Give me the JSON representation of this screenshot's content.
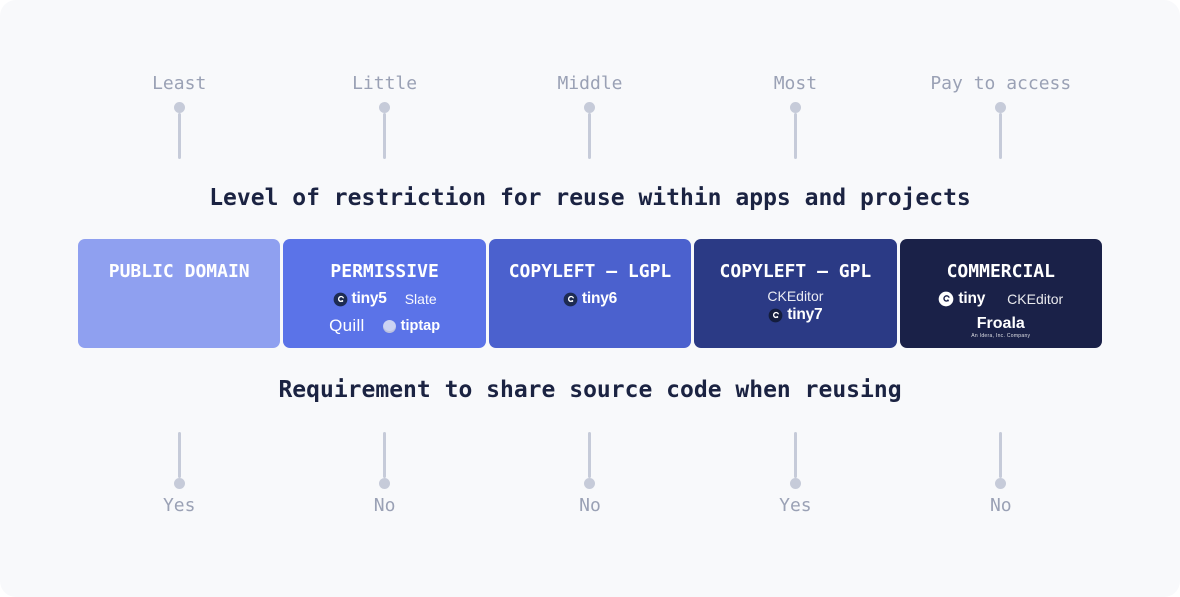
{
  "top_scale": {
    "items": [
      {
        "label": "Least"
      },
      {
        "label": "Little"
      },
      {
        "label": "Middle"
      },
      {
        "label": "Most"
      },
      {
        "label": "Pay to access"
      }
    ]
  },
  "headings": {
    "restriction": "Level of restriction for reuse within apps and projects",
    "share_source": "Requirement to share source code when reusing"
  },
  "cards": [
    {
      "title": "PUBLIC DOMAIN",
      "color": "#8fa0f0"
    },
    {
      "title": "PERMISSIVE",
      "color": "#5b73e8",
      "logos": {
        "tiny": "tiny5",
        "slate": "Slate",
        "quill": "Quill",
        "tiptap": "tiptap"
      }
    },
    {
      "title": "COPYLEFT — LGPL",
      "color": "#4b61ce",
      "logos": {
        "tiny": "tiny6"
      }
    },
    {
      "title": "COPYLEFT — GPL",
      "color": "#2b3a85",
      "logos": {
        "ckeditor": "CKEditor",
        "tiny": "tiny7"
      }
    },
    {
      "title": "COMMERCIAL",
      "color": "#1a2148",
      "logos": {
        "tiny": "tiny",
        "ckeditor": "CKEditor",
        "froala": "Froala",
        "froala_tagline": "An Idera, Inc. Company"
      }
    }
  ],
  "bottom_scale": {
    "items": [
      {
        "label": "Yes"
      },
      {
        "label": "No"
      },
      {
        "label": "No"
      },
      {
        "label": "Yes"
      },
      {
        "label": "No"
      }
    ]
  },
  "colors": {
    "background": "#f8f9fb",
    "connector": "#c6cbd9",
    "scale_label": "#9aa1b5",
    "heading_text": "#1b2342"
  }
}
